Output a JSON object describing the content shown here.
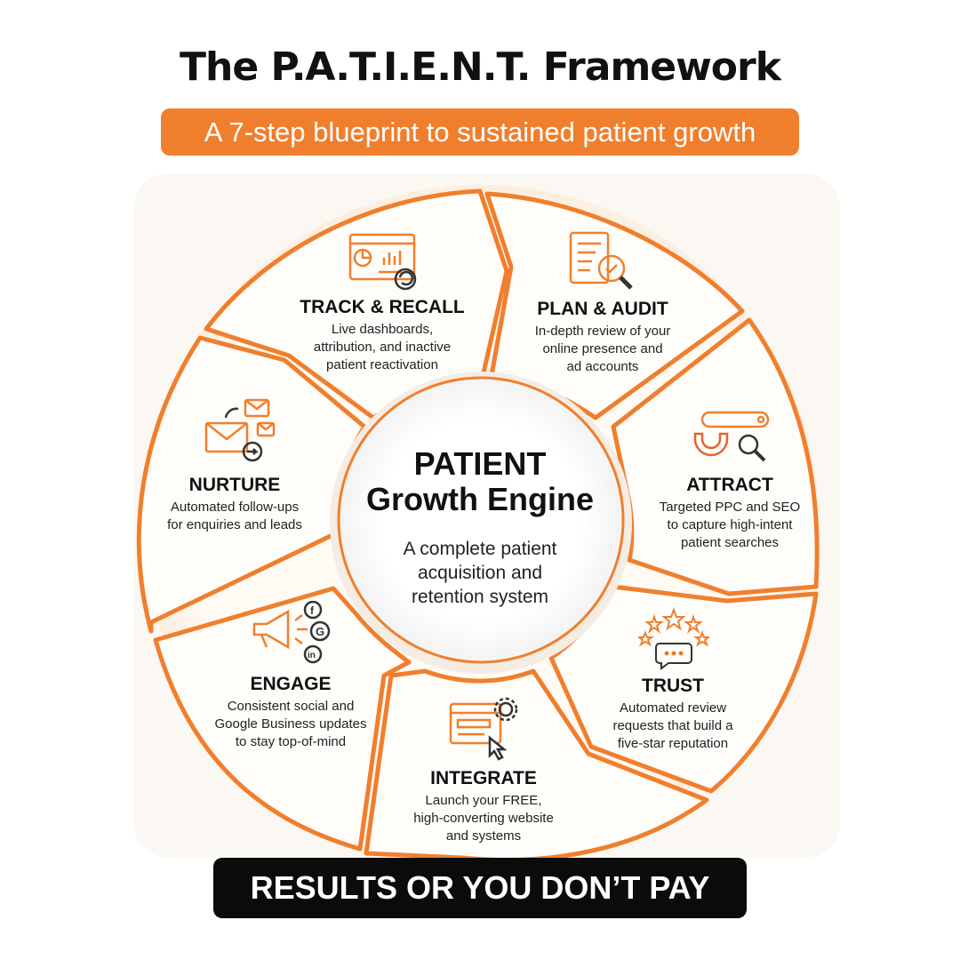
{
  "title": "The P.A.T.I.E.N.T. Framework",
  "subtitle": "A 7-step blueprint to sustained patient growth",
  "center": {
    "title_line1": "PATIENT",
    "title_line2": "Growth Engine",
    "desc_line1": "A complete patient",
    "desc_line2": "acquisition and",
    "desc_line3": "retention system"
  },
  "steps": [
    {
      "title": "PLAN & AUDIT",
      "lines": [
        "In-depth review of your",
        "online presence and",
        "ad accounts"
      ],
      "icon": "checklist-magnifier-icon"
    },
    {
      "title": "ATTRACT",
      "lines": [
        "Targeted PPC and SEO",
        "to capture high-intent",
        "patient searches"
      ],
      "icon": "magnet-search-icon"
    },
    {
      "title": "TRUST",
      "lines": [
        "Automated review",
        "requests that build a",
        "five-star reputation"
      ],
      "icon": "stars-review-icon"
    },
    {
      "title": "INTEGRATE",
      "lines": [
        "Launch your FREE,",
        "high-converting website",
        "and systems"
      ],
      "icon": "website-gear-icon"
    },
    {
      "title": "ENGAGE",
      "lines": [
        "Consistent social and",
        "Google Business updates",
        "to stay top-of-mind"
      ],
      "icon": "megaphone-social-icon"
    },
    {
      "title": "NURTURE",
      "lines": [
        "Automated follow-ups",
        "for enquiries and leads"
      ],
      "icon": "email-followup-icon"
    },
    {
      "title": "TRACK & RECALL",
      "lines": [
        "Live dashboards,",
        "attribution, and inactive",
        "patient reactivation"
      ],
      "icon": "dashboard-recall-icon"
    }
  ],
  "footer": "RESULTS OR YOU DON’T PAY",
  "colors": {
    "accent": "#f07f2d",
    "dark": "#0b0b0b",
    "text": "#111111"
  }
}
